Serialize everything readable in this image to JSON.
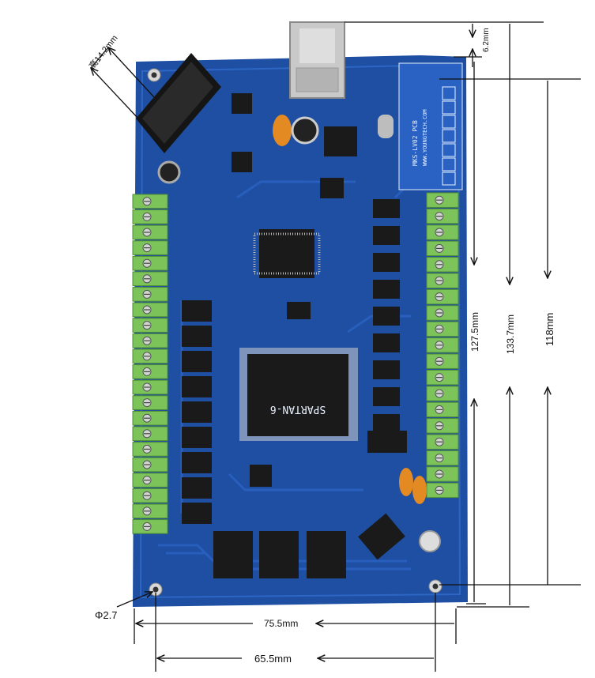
{
  "dimensions": {
    "corner_height": "高14.2mm",
    "usb_offset": "6.2mm",
    "height_127": "127.5mm",
    "height_133": "133.7mm",
    "height_118": "118mm",
    "width_75": "75.5mm",
    "width_65": "65.5mm",
    "hole_diameter": "Φ2.7"
  },
  "board": {
    "fpga_label": "SPARTAN-6",
    "pcb_label": "MKS-LV02 PCB",
    "url_label": "WWW.YOUNGTECH.COM",
    "colors": {
      "pcb": "#1e4fa3",
      "pcb_dark": "#143a80",
      "terminal_green": "#7cc35a",
      "chip": "#1a1a1a"
    }
  }
}
